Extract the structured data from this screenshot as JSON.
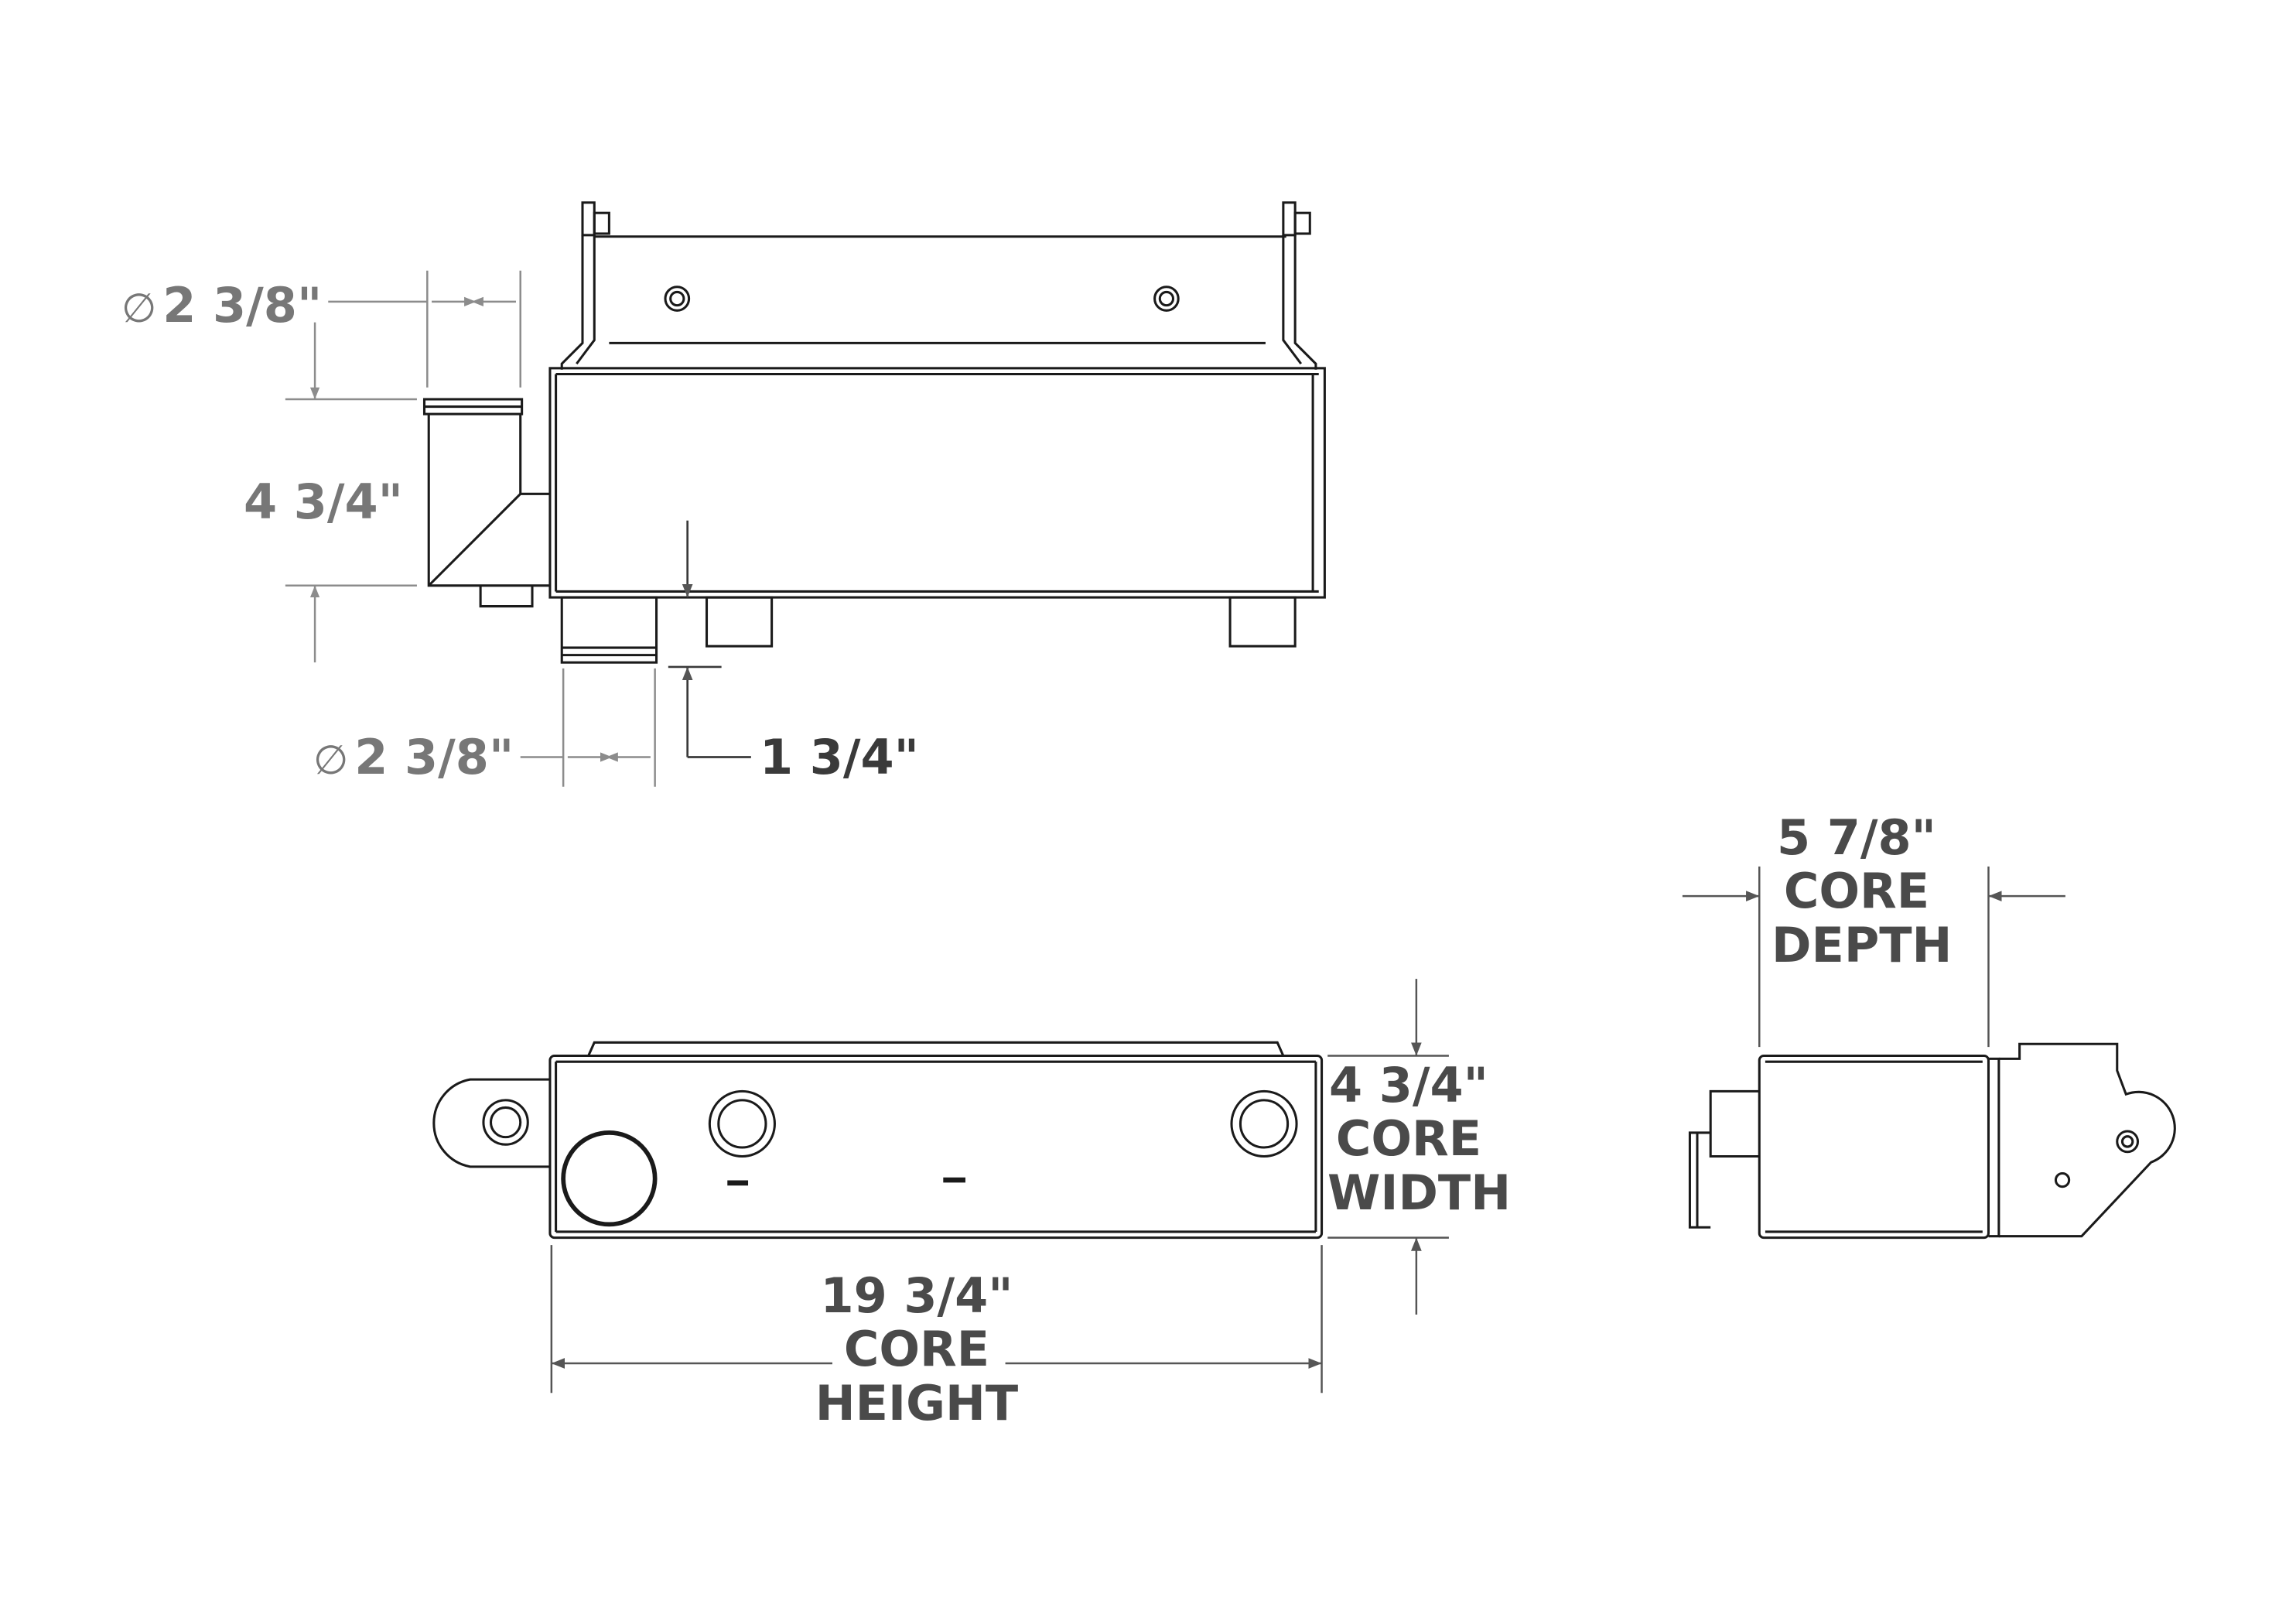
{
  "colors": {
    "line": "#1a1a1a",
    "dimension": "#8c8c8c",
    "text_dark": "#3a3a3a",
    "text_mid": "#4a4a4a",
    "text_light": "#777777"
  },
  "diameter_symbol": "∅",
  "top_view": {
    "top_inlet_diameter": "2 3/8\"",
    "tank_height": "4 3/4\"",
    "bottom_outlet_diameter": "2 3/8\"",
    "outlet_length": "1 3/4\""
  },
  "front_view": {
    "core_width_value": "4 3/4\"",
    "core_width_line1": "CORE",
    "core_width_line2": "WIDTH",
    "core_height_value": "19 3/4\"",
    "core_height_line1": "CORE",
    "core_height_line2": "HEIGHT"
  },
  "side_view": {
    "core_depth_value": "5 7/8\"",
    "core_depth_line1": "CORE",
    "core_depth_line2": "DEPTH"
  }
}
